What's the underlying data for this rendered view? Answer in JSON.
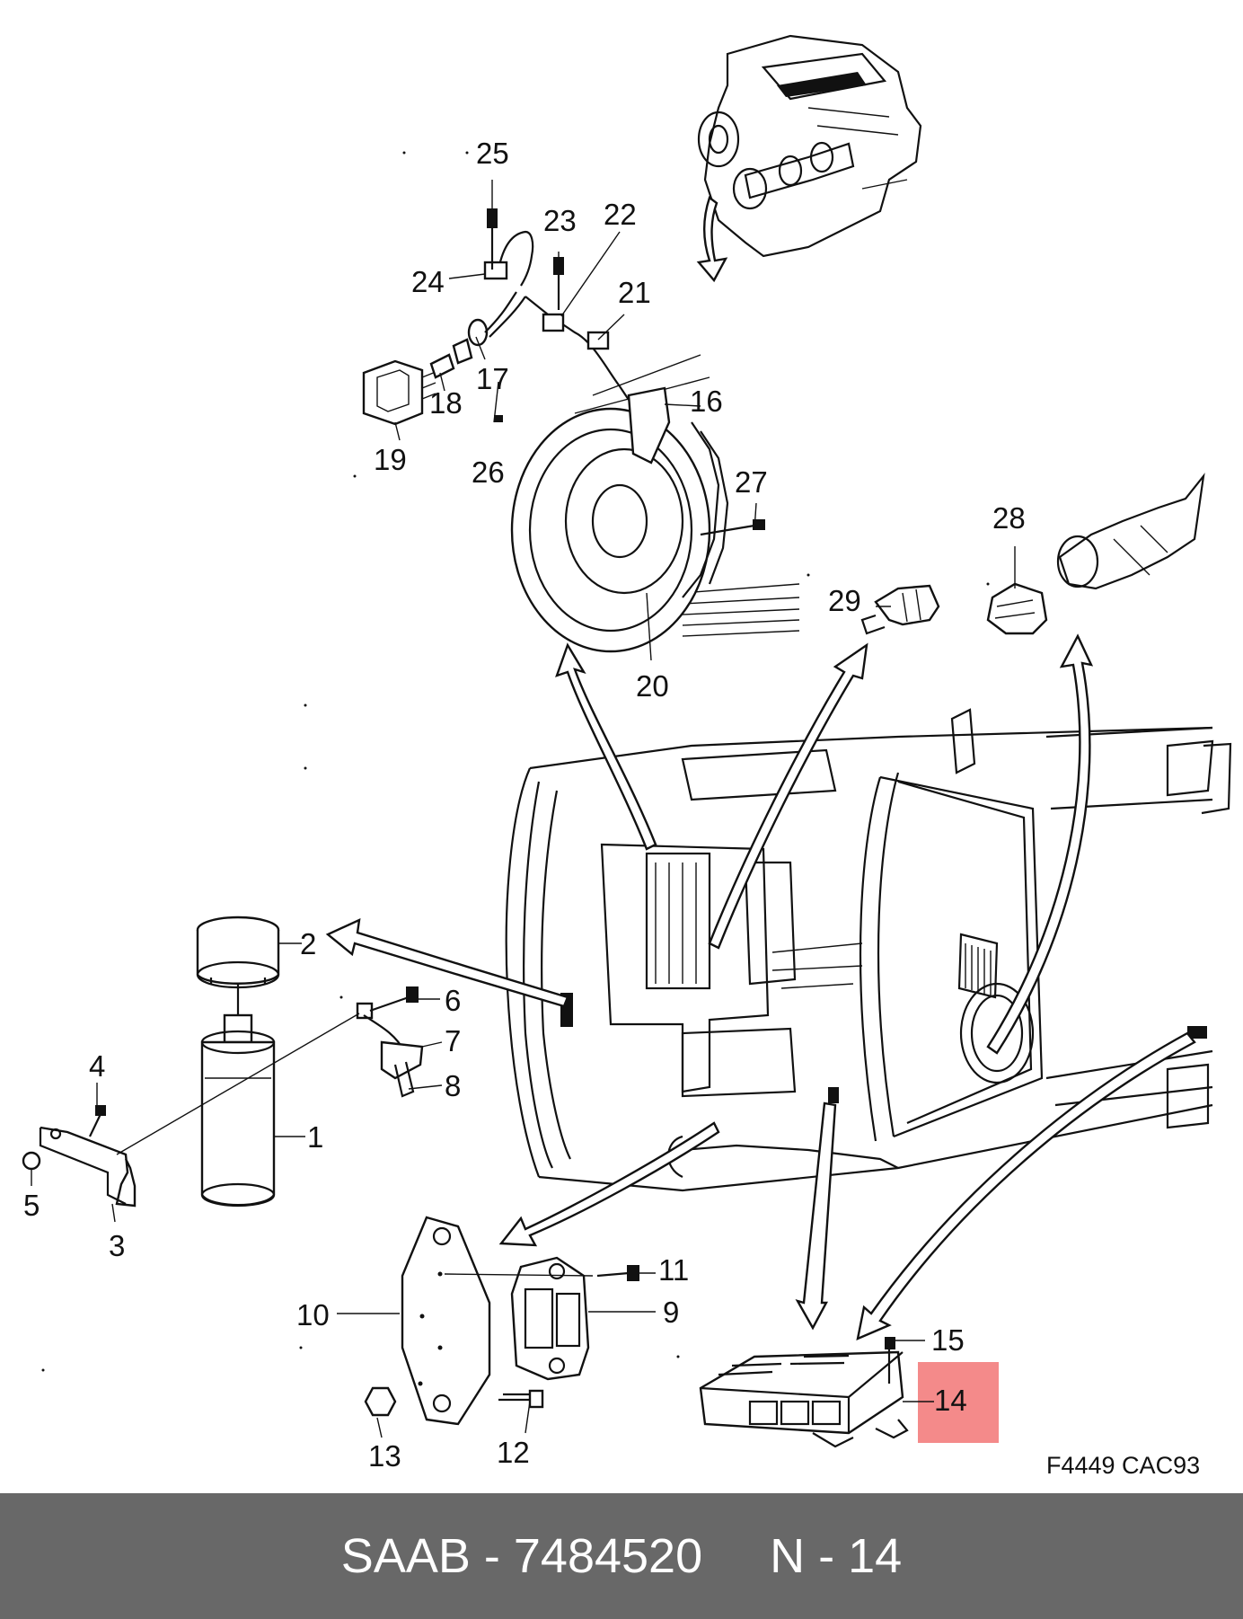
{
  "diagram": {
    "drawing_code": "F4449 CAC93",
    "highlighted_label": "14",
    "highlight_color": "#f48a8a",
    "labels": [
      "1",
      "2",
      "3",
      "4",
      "5",
      "6",
      "7",
      "8",
      "9",
      "10",
      "11",
      "12",
      "13",
      "14",
      "15",
      "16",
      "17",
      "18",
      "19",
      "20",
      "21",
      "22",
      "23",
      "24",
      "25",
      "26",
      "27",
      "28",
      "29"
    ]
  },
  "footer": {
    "brand": "SAAB",
    "part_number": "7484520",
    "position": "N - 14",
    "background": "#686868"
  }
}
